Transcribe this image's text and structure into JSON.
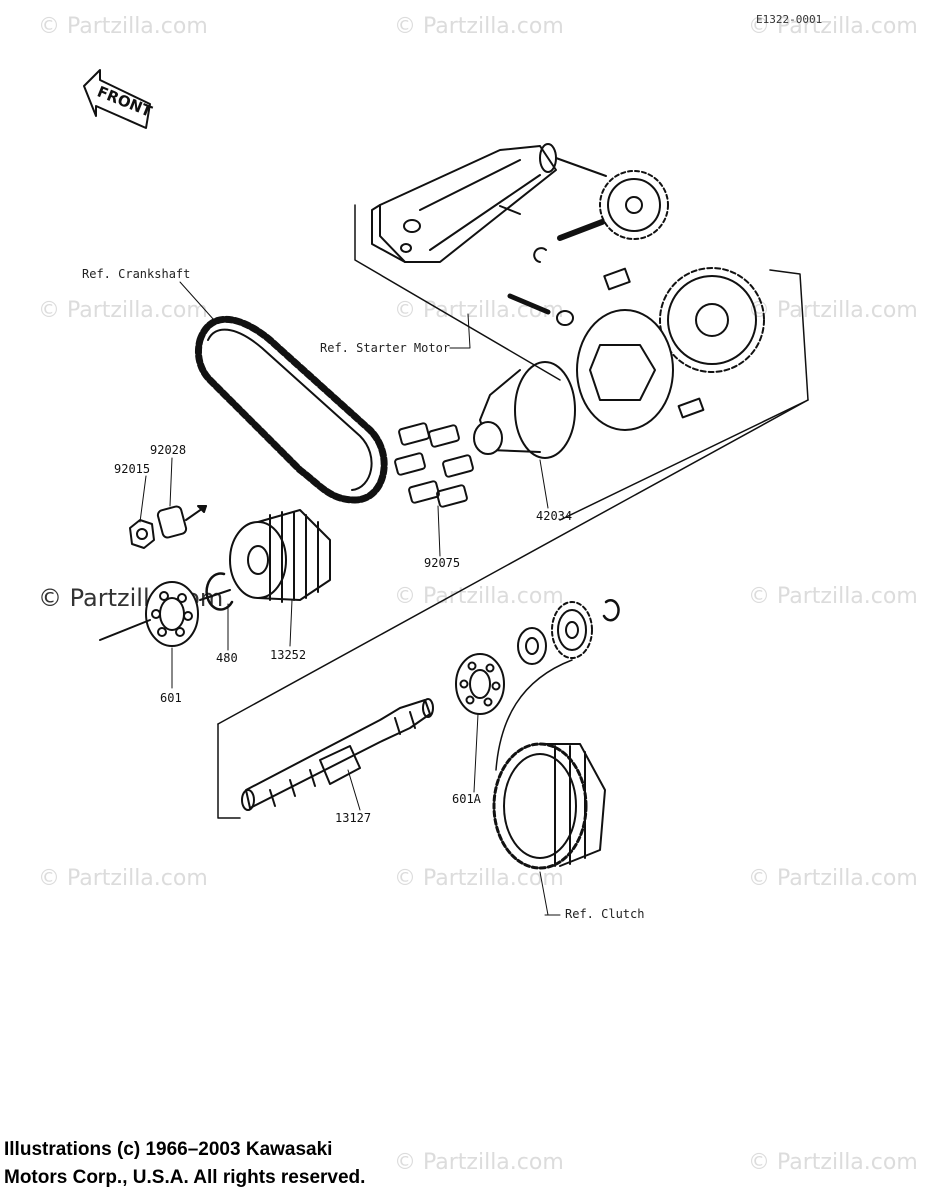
{
  "diagram_code": "E1322-0001",
  "front_label": "FRONT",
  "watermark": "© Partzilla.com",
  "refs": {
    "crankshaft": "Ref. Crankshaft",
    "starter_motor": "Ref. Starter Motor",
    "clutch": "Ref. Clutch"
  },
  "parts": {
    "p92028": "92028",
    "p92015": "92015",
    "p92075": "92075",
    "p42034": "42034",
    "p480": "480",
    "p13252": "13252",
    "p601": "601",
    "p601A": "601A",
    "p13127": "13127"
  },
  "copyright": {
    "line1": "Illustrations (c) 1966–2003 Kawasaki",
    "line2": "Motors Corp., U.S.A.  All rights reserved."
  }
}
